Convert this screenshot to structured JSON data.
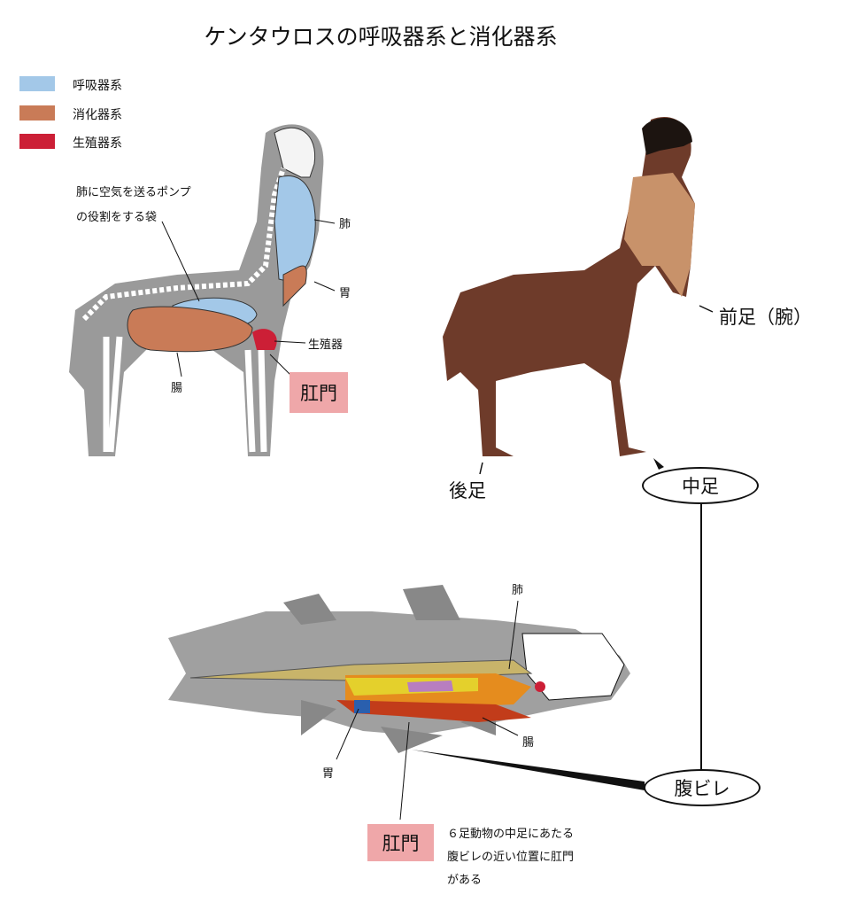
{
  "title": "ケンタウロスの呼吸器系と消化器系",
  "legend": [
    {
      "label": "呼吸器系",
      "color": "#a3c8e8"
    },
    {
      "label": "消化器系",
      "color": "#c97b57"
    },
    {
      "label": "生殖器系",
      "color": "#cc1f36"
    }
  ],
  "skeleton_labels": {
    "air_sac_line1": "肺に空気を送るポンプ",
    "air_sac_line2": "の役割をする袋",
    "lung": "肺",
    "stomach": "胃",
    "genitals": "生殖器",
    "intestine": "腸",
    "anus": "肛門"
  },
  "centaur_labels": {
    "front_leg": "前足（腕）",
    "hind_leg": "後足",
    "middle_leg": "中足",
    "pelvic_fin": "腹ビレ"
  },
  "fish_labels": {
    "lung": "肺",
    "stomach": "胃",
    "intestine": "腸",
    "anus": "肛門",
    "note_line1": "６足動物の中足にあたる",
    "note_line2": "腹ビレの近い位置に肛門",
    "note_line3": "がある"
  }
}
